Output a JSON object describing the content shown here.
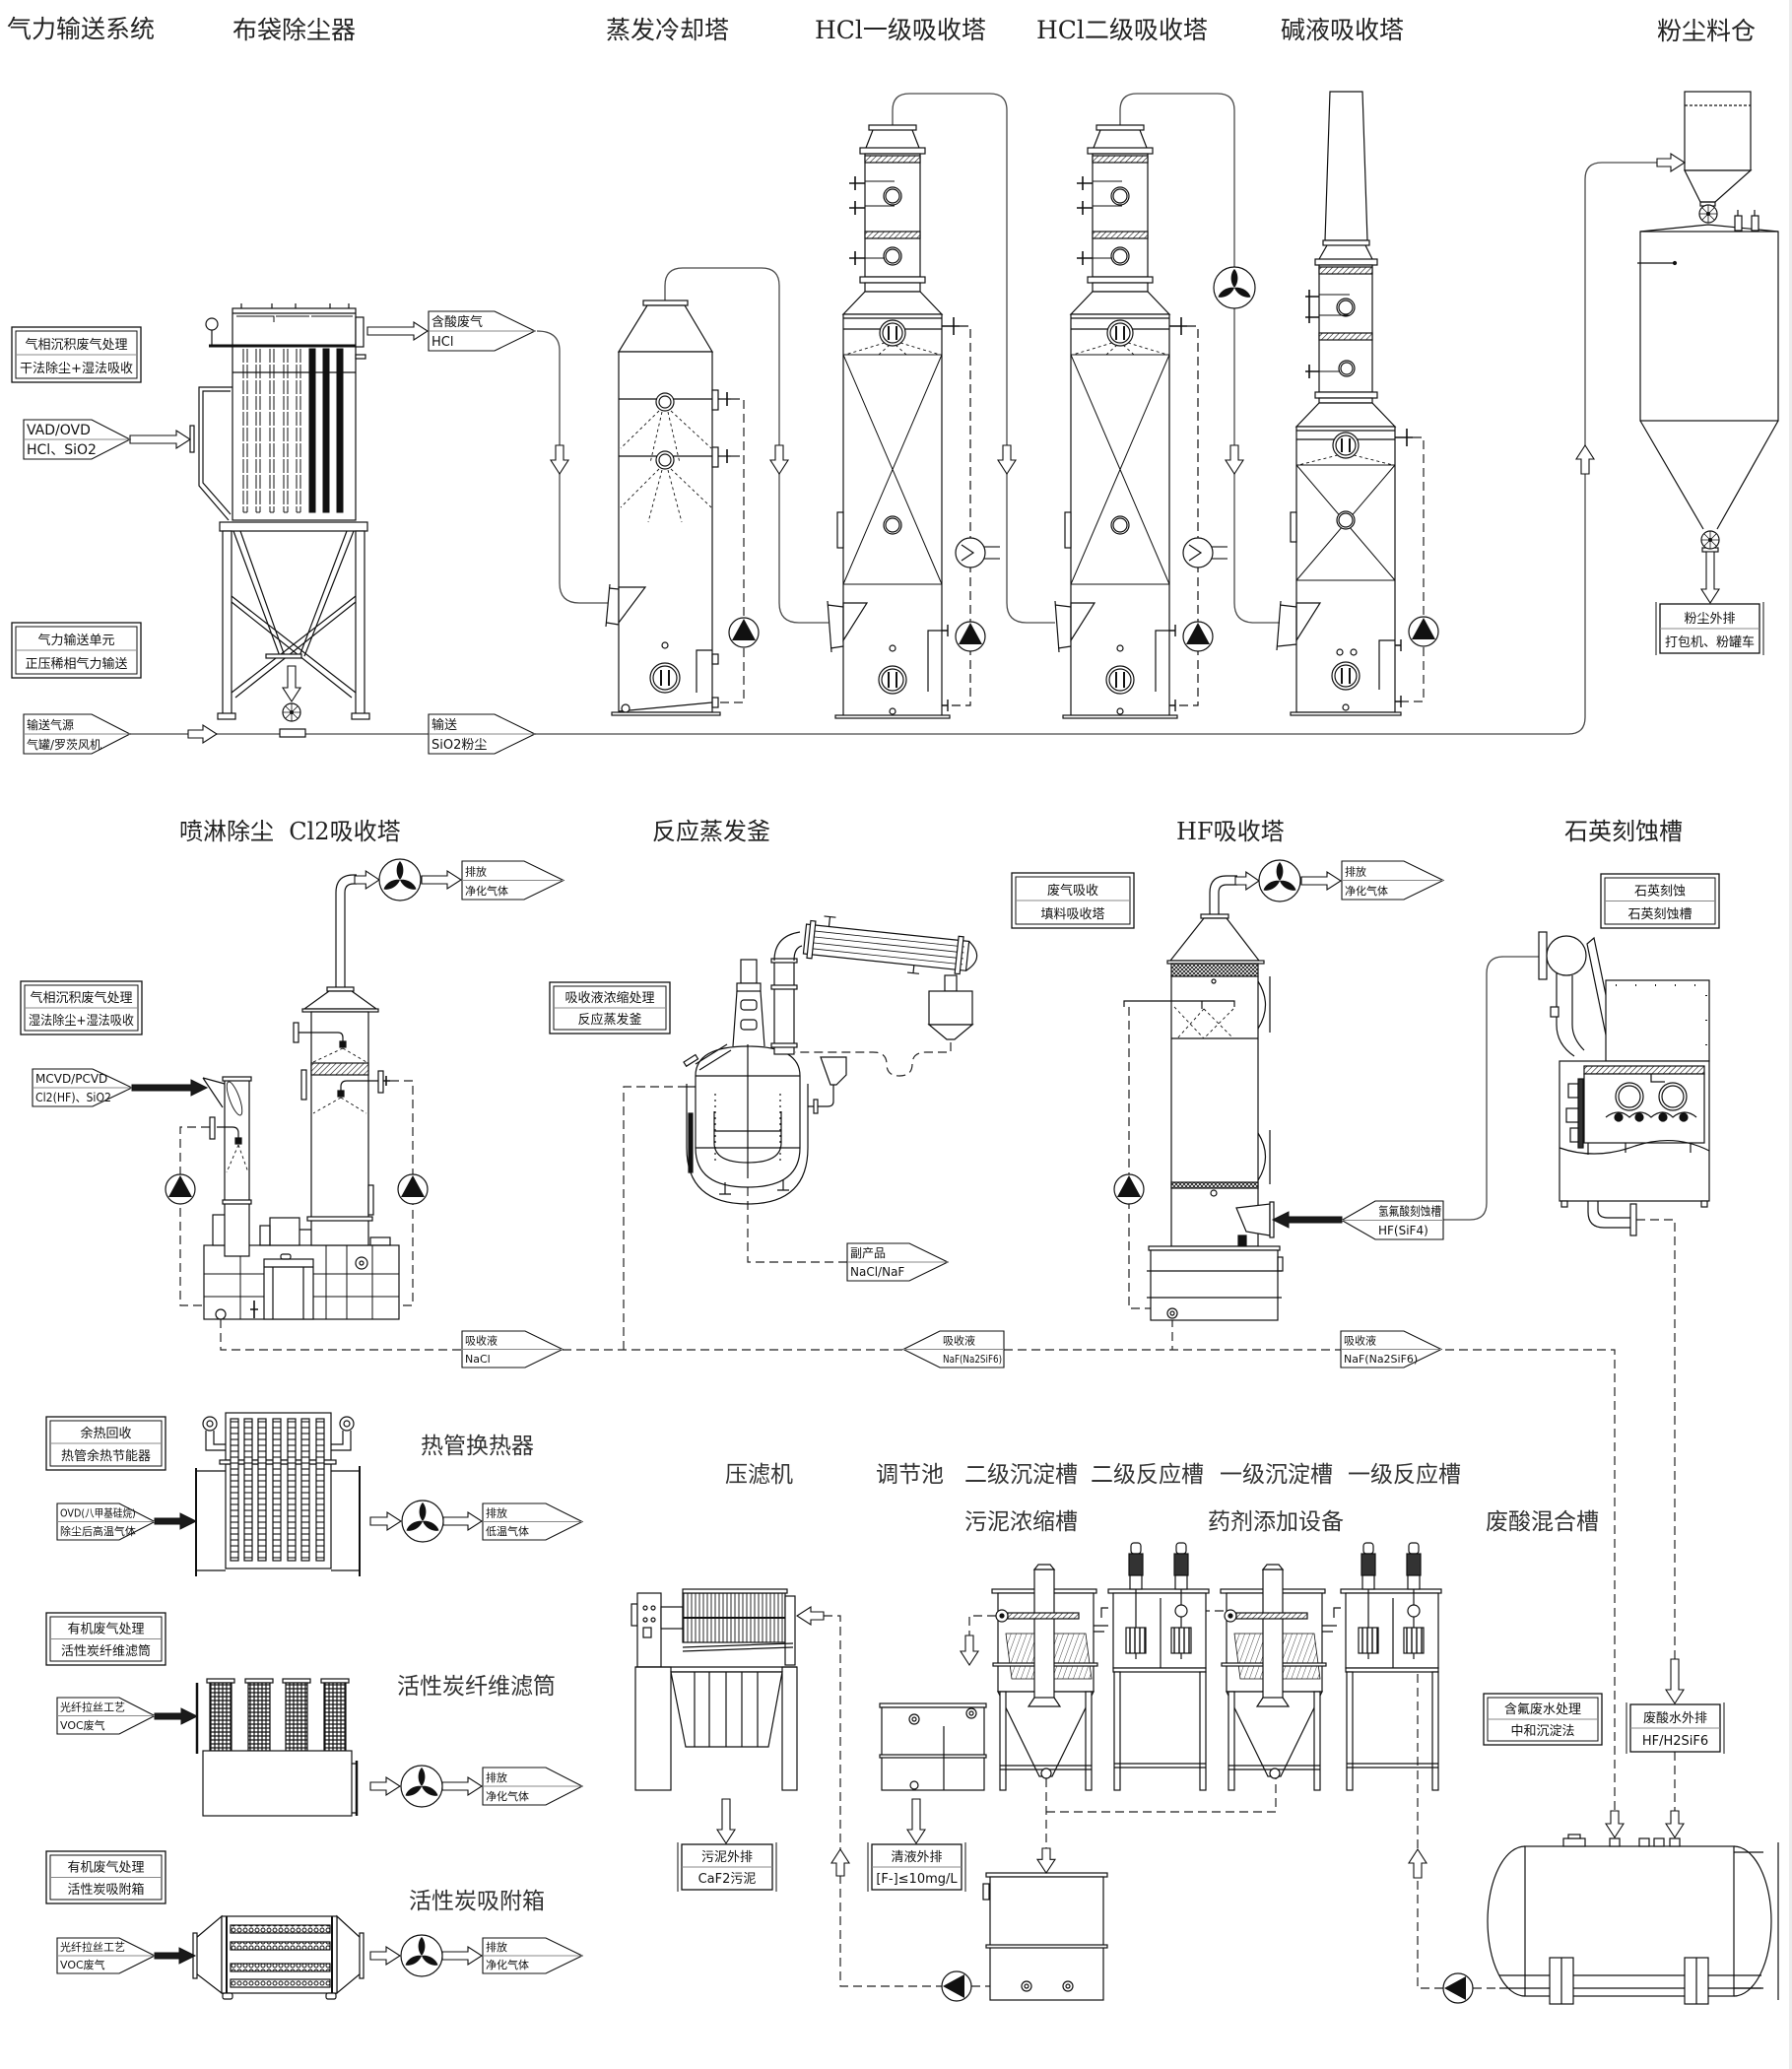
{
  "titles": {
    "pneumatic_conveying_system": "气力输送系统",
    "bag_filter": "布袋除尘器",
    "evaporative_cooling_tower": "蒸发冷却塔",
    "hcl_primary_absorber": "HCl一级吸收塔",
    "hcl_secondary_absorber": "HCl二级吸收塔",
    "alkali_absorber": "碱液吸收塔",
    "dust_silo": "粉尘料仓",
    "spray_dedusting_cl2_absorber": "喷淋除尘  Cl2吸收塔",
    "reaction_evaporator": "反应蒸发釜",
    "hf_absorber": "HF吸收塔",
    "quartz_etching_tank": "石英刻蚀槽",
    "heat_pipe_exchanger": "热管换热器",
    "activated_carbon_fiber_filter": "活性炭纤维滤筒",
    "activated_carbon_adsorber": "活性炭吸附箱",
    "filter_press": "压滤机",
    "regulating_tank": "调节池",
    "secondary_settling_tank": "二级沉淀槽",
    "secondary_reaction_tank": "二级反应槽",
    "primary_settling_tank": "一级沉淀槽",
    "primary_reaction_tank": "一级反应槽",
    "sludge_thickener": "污泥浓缩槽",
    "dosing_equipment": "药剂添加设备",
    "waste_acid_mixing_tank": "废酸混合槽"
  },
  "info_boxes": {
    "deposition_dry": {
      "heading": "气相沉积废气处理",
      "method": "干法除尘+湿法吸收"
    },
    "pneumatic_unit": {
      "heading": "气力输送单元",
      "method": "正压稀相气力输送"
    },
    "deposition_wet": {
      "heading": "气相沉积废气处理",
      "method": "湿法除尘+湿法吸收"
    },
    "absorbent_concentration": {
      "heading": "吸收液浓缩处理",
      "method": "反应蒸发釜"
    },
    "exhaust_absorption": {
      "heading": "废气吸收",
      "method": "填料吸收塔"
    },
    "quartz_etching": {
      "heading": "石英刻蚀",
      "method": "石英刻蚀槽"
    },
    "waste_heat_recovery": {
      "heading": "余热回收",
      "method": "热管余热节能器"
    },
    "organic_fiber": {
      "heading": "有机废气处理",
      "method": "活性炭纤维滤筒"
    },
    "organic_adsorber": {
      "heading": "有机废气处理",
      "method": "活性炭吸附箱"
    },
    "fluoride_wastewater": {
      "heading": "含氟废水处理",
      "method": "中和沉淀法"
    }
  },
  "stream_tags": {
    "vad_ovd_inlet": {
      "source": "VAD/OVD",
      "content": "HCl、SiO2"
    },
    "conveying_gas_source": {
      "source": "输送气源",
      "content": "气罐/罗茨风机"
    },
    "acid_exhaust": {
      "source": "含酸废气",
      "content": "HCl"
    },
    "sio2_conveying": {
      "source": "输送",
      "content": "SiO2粉尘"
    },
    "mcvd_pcvd_inlet": {
      "source": "MCVD/PCVD",
      "content": "Cl2(HF)、SiO2"
    },
    "cl2_tower_emission": {
      "source": "排放",
      "content": "净化气体"
    },
    "hf_tower_emission": {
      "source": "排放",
      "content": "净化气体"
    },
    "by_product": {
      "source": "副产品",
      "content": "NaCl/NaF"
    },
    "hf_etching_exhaust": {
      "source": "氢氟酸刻蚀槽",
      "content": "HF(SiF4)"
    },
    "absorbent_nacl": {
      "source": "吸收液",
      "content": "NaCl"
    },
    "absorbent_naf_left": {
      "source": "吸收液",
      "content": "NaF(Na2SiF6)"
    },
    "absorbent_naf_right": {
      "source": "吸收液",
      "content": "NaF(Na2SiF6)"
    },
    "ovd_hot_gas": {
      "source": "OVD(八甲基硅烷)",
      "content": "除尘后高温气体"
    },
    "heat_pipe_emission": {
      "source": "排放",
      "content": "低温气体"
    },
    "drawing_voc_fiber": {
      "source": "光纤拉丝工艺",
      "content": "VOC废气"
    },
    "fiber_filter_emission": {
      "source": "排放",
      "content": "净化气体"
    },
    "drawing_voc_adsorber": {
      "source": "光纤拉丝工艺",
      "content": "VOC废气"
    },
    "adsorber_emission": {
      "source": "排放",
      "content": "净化气体"
    }
  },
  "discharge_boxes": {
    "dust_discharge": {
      "heading": "粉尘外排",
      "detail": "打包机、粉罐车"
    },
    "sludge_discharge": {
      "heading": "污泥外排",
      "detail": "CaF2污泥"
    },
    "clear_liquid_discharge": {
      "heading": "清液外排",
      "detail": "[F-]≤10mg/L"
    },
    "waste_acid_discharge": {
      "heading": "废酸水外排",
      "detail": "HF/H2SiF6"
    }
  }
}
